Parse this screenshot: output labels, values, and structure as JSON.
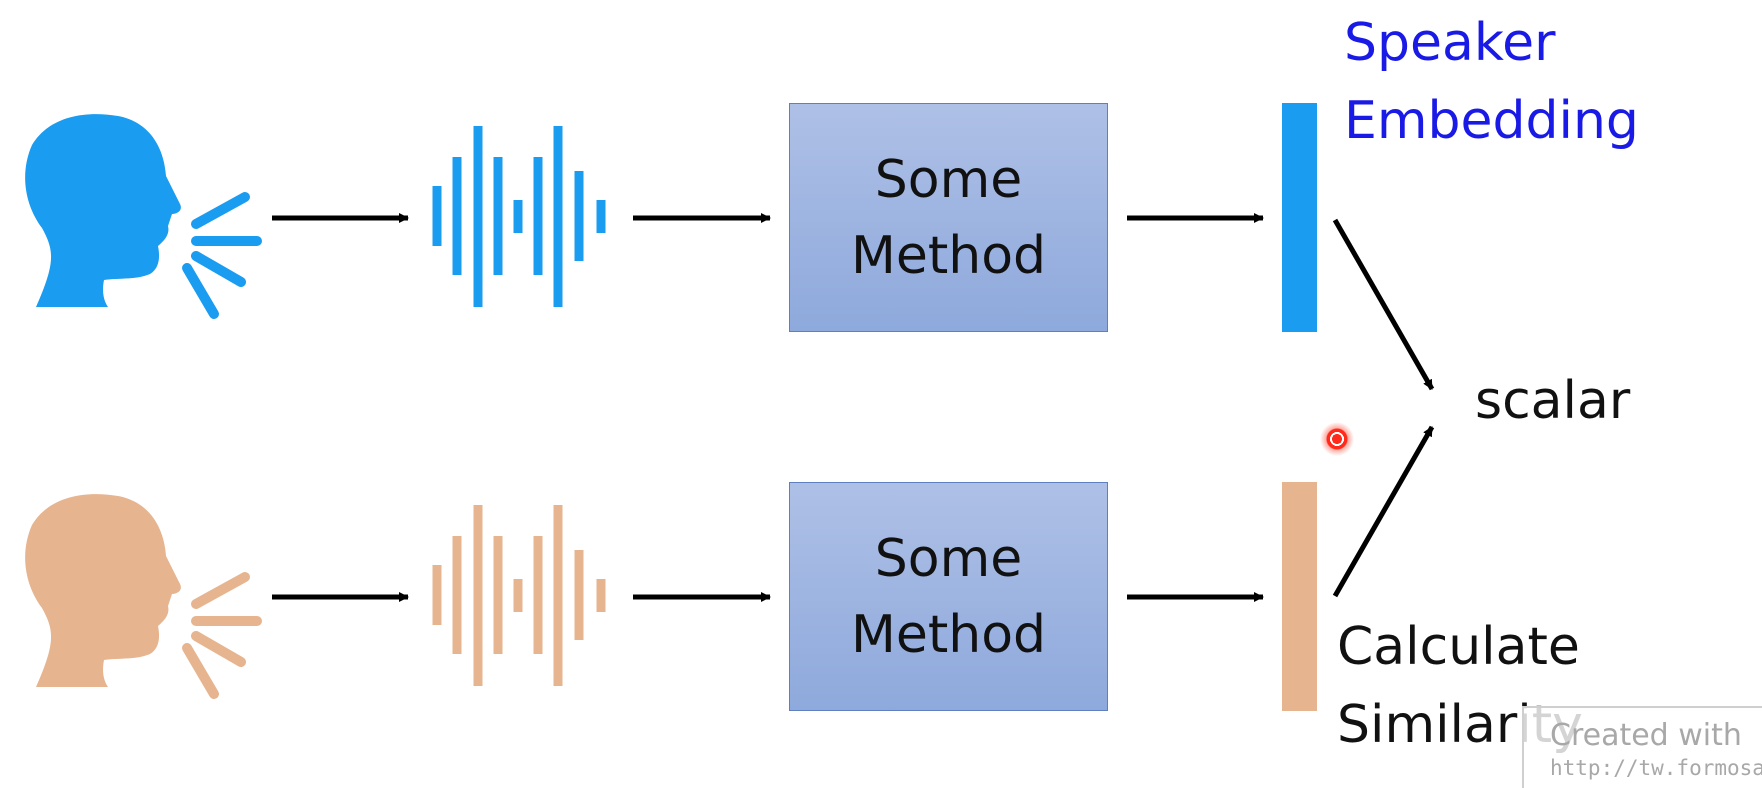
{
  "colors": {
    "speaker_a": "#1a9cf0",
    "speaker_b": "#e6b48e",
    "method_box": "#9fb6e2",
    "embedding_label": "#1a1ae6",
    "arrow": "#000000"
  },
  "icons": {
    "head": "speaking-head-icon",
    "waveform": "sound-wave-icon"
  },
  "diagram": {
    "top_method_label_line1": "Some",
    "top_method_label_line2": "Method",
    "bottom_method_label_line1": "Some",
    "bottom_method_label_line2": "Method",
    "embedding_label_line1": "Speaker",
    "embedding_label_line2": "Embedding",
    "output_label": "scalar",
    "similarity_label_line1": "Calculate",
    "similarity_label_line2": "Similarity"
  },
  "watermark": {
    "line1": "Created with",
    "line2": "http://tw.formosa"
  }
}
